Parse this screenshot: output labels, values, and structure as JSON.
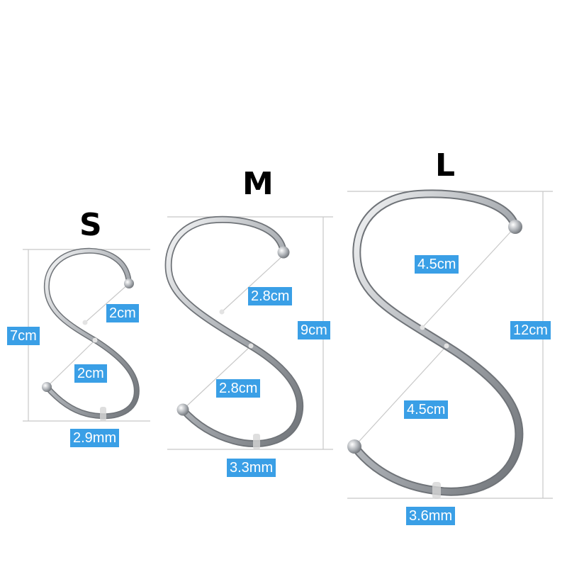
{
  "sizes": {
    "s": {
      "letter": "S",
      "height": "7cm",
      "upper_gap": "2cm",
      "lower_gap": "2cm",
      "wire": "2.9mm"
    },
    "m": {
      "letter": "M",
      "height": "9cm",
      "upper_gap": "2.8cm",
      "lower_gap": "2.8cm",
      "wire": "3.3mm"
    },
    "l": {
      "letter": "L",
      "height": "12cm",
      "upper_gap": "4.5cm",
      "lower_gap": "4.5cm",
      "wire": "3.6mm"
    }
  },
  "colors": {
    "label_bg": "#3a9fe6",
    "label_text": "#ffffff",
    "guide_line": "#c8c8c8",
    "metal_dark": "#6f7378",
    "metal_light": "#f4f5f6"
  }
}
